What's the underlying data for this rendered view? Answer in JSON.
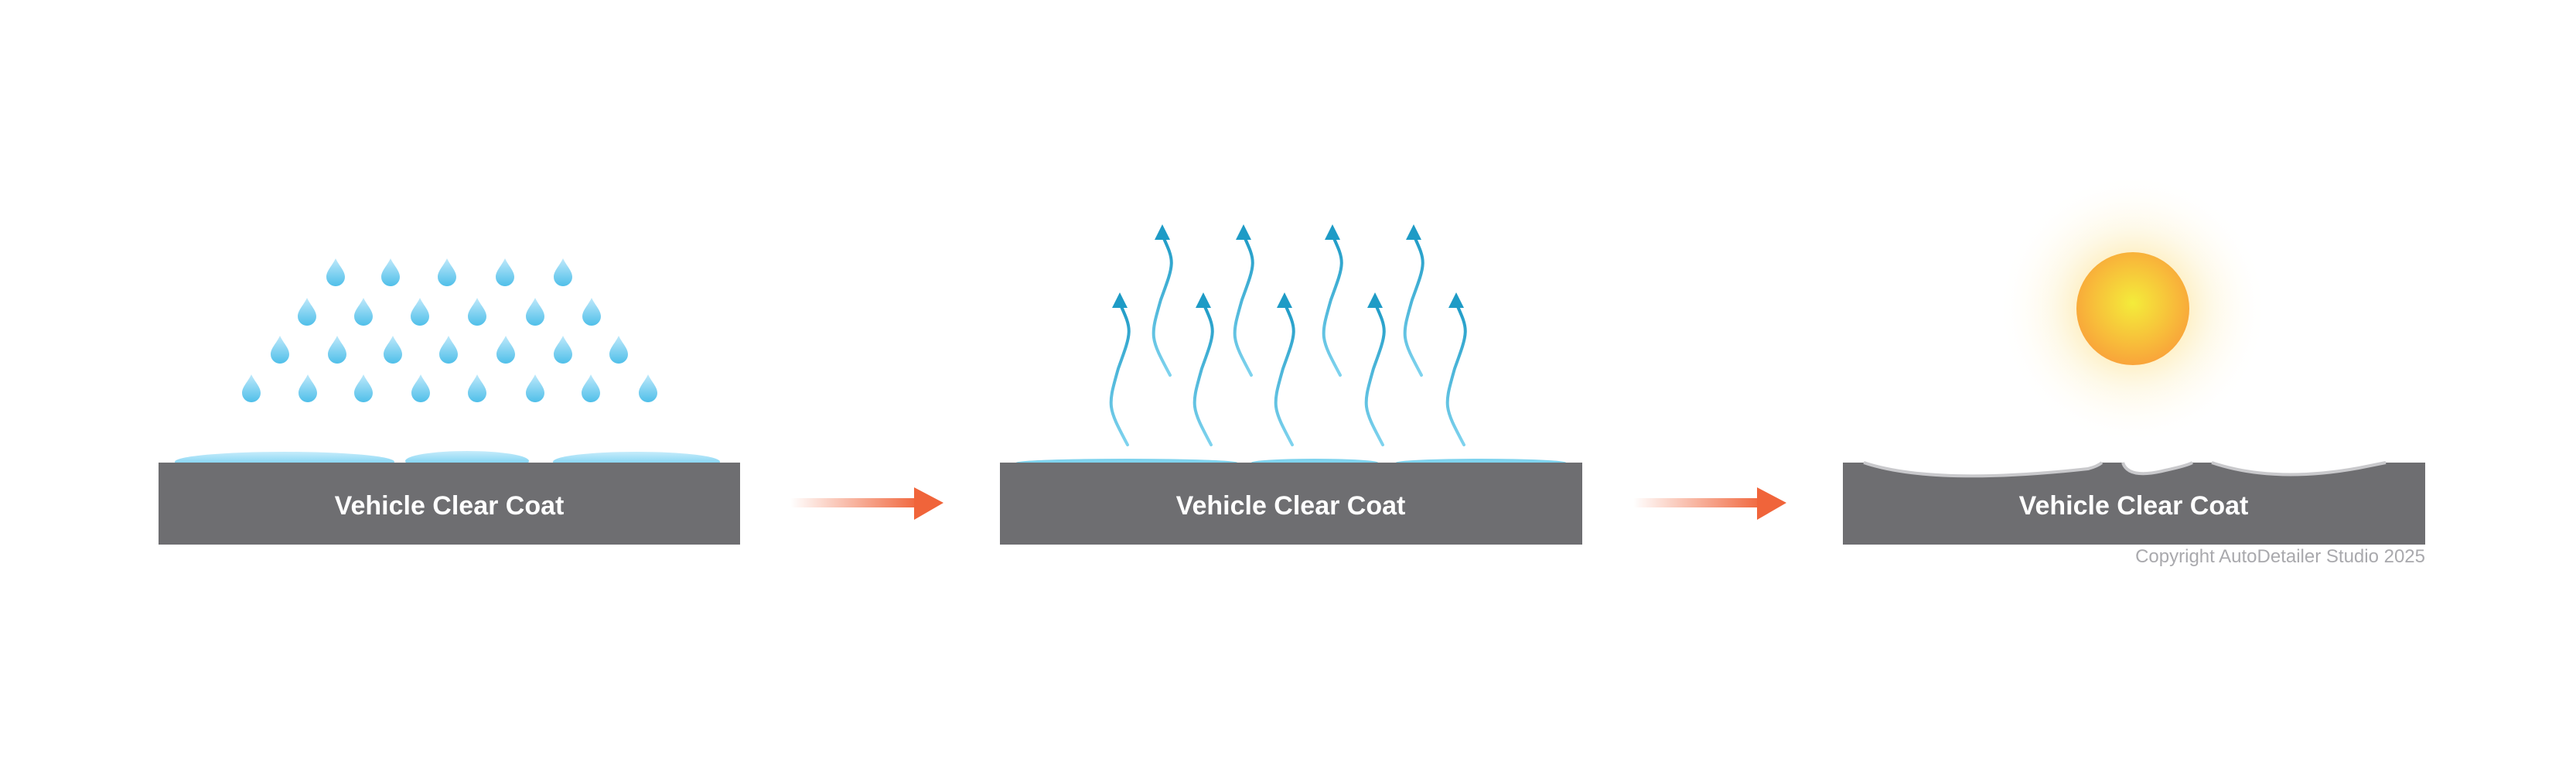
{
  "panels": [
    {
      "stage": "water-droplets",
      "surface_label": "Vehicle Clear Coat"
    },
    {
      "stage": "evaporation",
      "surface_label": "Vehicle Clear Coat"
    },
    {
      "stage": "sun-etching",
      "surface_label": "Vehicle Clear Coat"
    }
  ],
  "copyright": "Copyright AutoDetailer Studio 2025",
  "colors": {
    "surface": "#6e6e71",
    "water_light": "#bfe9fb",
    "water": "#55c3ec",
    "vapor": "#2aa3cc",
    "arrow": "#f0643a",
    "sun_core": "#f4e53a",
    "sun_edge": "#f9a83a",
    "etch": "#c9c9cc"
  },
  "icons": [
    "droplet-icon",
    "vapor-arrow-icon",
    "sun-icon",
    "process-arrow-icon"
  ]
}
